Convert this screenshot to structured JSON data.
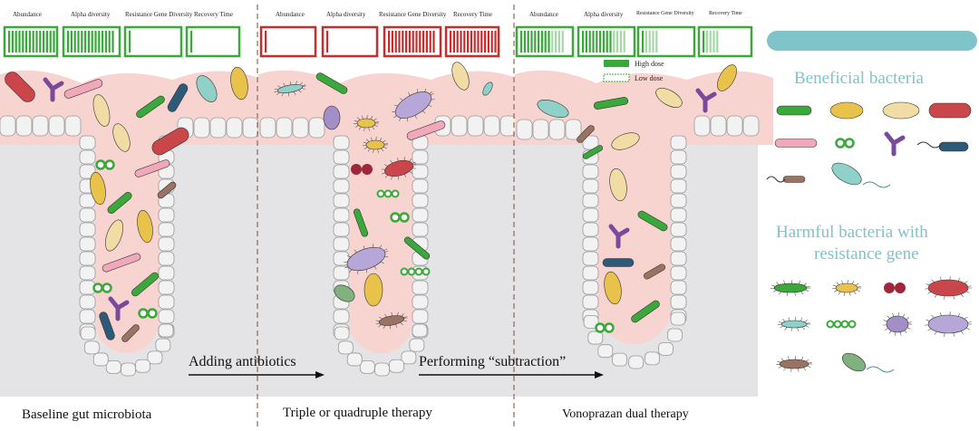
{
  "panels": [
    {
      "caption": "Baseline gut microbiota",
      "metrics": [
        {
          "label": "Abundance",
          "status": "high",
          "color": "#3aa83a"
        },
        {
          "label": "Alpha diversity",
          "status": "high",
          "color": "#3aa83a"
        },
        {
          "label": "Resistance Gene Diversity",
          "status": "low",
          "color": "#3aa83a"
        },
        {
          "label": "Recovery Time",
          "status": "low",
          "color": "#3aa83a"
        }
      ]
    },
    {
      "caption": "Triple or quadruple therapy",
      "metrics": [
        {
          "label": "Abundance",
          "status": "low",
          "color": "#cc2b2b"
        },
        {
          "label": "Alpha diversity",
          "status": "low",
          "color": "#cc2b2b"
        },
        {
          "label": "Resistance Gene Diversity",
          "status": "high",
          "color": "#cc2b2b"
        },
        {
          "label": "Recovery Time",
          "status": "high",
          "color": "#cc2b2b"
        }
      ]
    },
    {
      "caption": "Vonoprazan dual therapy",
      "metrics": [
        {
          "label": "Abundance",
          "status": "high-dose-mostly",
          "color": "#3aa83a"
        },
        {
          "label": "Alpha diversity",
          "status": "high-dose-mostly",
          "color": "#3aa83a"
        },
        {
          "label": "Resistance Gene Diversity",
          "status": "low-dose",
          "color": "#3aa83a"
        },
        {
          "label": "Recovery Time",
          "status": "low-dose",
          "color": "#3aa83a"
        }
      ]
    }
  ],
  "dose_legend": {
    "high": "High dose",
    "low": "Low dose"
  },
  "arrows": {
    "first": "Adding antibiotics",
    "second": "Performing “subtraction”"
  },
  "legend": {
    "beneficial_title": "Beneficial bacteria",
    "harmful_title_line1": "Harmful  bacteria  with",
    "harmful_title_line2": "resistance  gene"
  },
  "colors": {
    "mucosa": "#f8d4d0",
    "lumen_bg": "#e4e4e7",
    "cell_fill": "#f2f2f2",
    "cell_stroke": "#9a9a9a",
    "legend_bar": "#7fc4c8",
    "good": "#3aa83a",
    "bad": "#cc2b2b"
  }
}
